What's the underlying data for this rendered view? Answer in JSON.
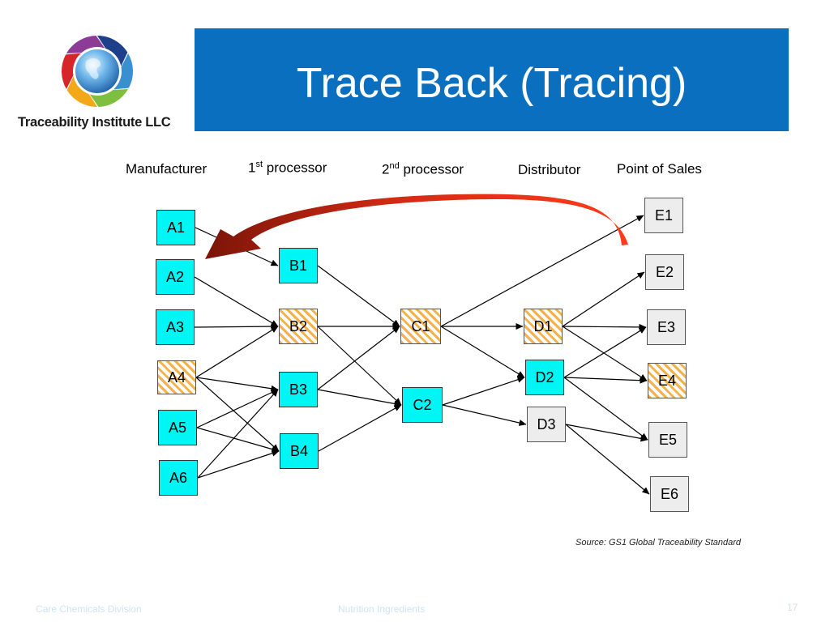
{
  "logo": {
    "text": "Traceability Institute LLC",
    "colors": [
      "#1e3f8a",
      "#3a8fd0",
      "#7fbf3f",
      "#f3a81a",
      "#d6262a",
      "#8d3b96"
    ]
  },
  "title": "Trace Back (Tracing)",
  "columns": {
    "manufacturer": "Manufacturer",
    "p1_num": "1",
    "p1_sup": "st",
    "p1_rest": " processor",
    "p2_num": "2",
    "p2_sup": "nd",
    "p2_rest": " processor",
    "distributor": "Distributor",
    "pos": "Point of Sales"
  },
  "nodes": [
    {
      "id": "A1",
      "kind": "supply"
    },
    {
      "id": "A2",
      "kind": "supply"
    },
    {
      "id": "A3",
      "kind": "supply"
    },
    {
      "id": "A4",
      "kind": "hatch"
    },
    {
      "id": "A5",
      "kind": "supply"
    },
    {
      "id": "A6",
      "kind": "supply"
    },
    {
      "id": "B1",
      "kind": "supply"
    },
    {
      "id": "B2",
      "kind": "hatch"
    },
    {
      "id": "B3",
      "kind": "supply"
    },
    {
      "id": "B4",
      "kind": "supply"
    },
    {
      "id": "C1",
      "kind": "hatch"
    },
    {
      "id": "C2",
      "kind": "supply"
    },
    {
      "id": "D1",
      "kind": "hatch"
    },
    {
      "id": "D2",
      "kind": "supply"
    },
    {
      "id": "D3",
      "kind": "pos"
    },
    {
      "id": "E1",
      "kind": "pos"
    },
    {
      "id": "E2",
      "kind": "pos"
    },
    {
      "id": "E3",
      "kind": "pos"
    },
    {
      "id": "E4",
      "kind": "hatch"
    },
    {
      "id": "E5",
      "kind": "pos"
    },
    {
      "id": "E6",
      "kind": "pos"
    }
  ],
  "edges": [
    [
      "A1",
      "B1"
    ],
    [
      "A2",
      "B2"
    ],
    [
      "A3",
      "B2"
    ],
    [
      "A4",
      "B2"
    ],
    [
      "A4",
      "B3"
    ],
    [
      "A4",
      "B4"
    ],
    [
      "A5",
      "B3"
    ],
    [
      "A5",
      "B4"
    ],
    [
      "A6",
      "B3"
    ],
    [
      "A6",
      "B4"
    ],
    [
      "B1",
      "C1"
    ],
    [
      "B2",
      "C1"
    ],
    [
      "B2",
      "C2"
    ],
    [
      "B3",
      "C1"
    ],
    [
      "B3",
      "C2"
    ],
    [
      "B4",
      "C2"
    ],
    [
      "C1",
      "E1"
    ],
    [
      "C1",
      "D1"
    ],
    [
      "C1",
      "D2"
    ],
    [
      "C2",
      "D2"
    ],
    [
      "C2",
      "D3"
    ],
    [
      "D1",
      "E2"
    ],
    [
      "D1",
      "E3"
    ],
    [
      "D1",
      "E4"
    ],
    [
      "D2",
      "E3"
    ],
    [
      "D2",
      "E4"
    ],
    [
      "D2",
      "E5"
    ],
    [
      "D3",
      "E5"
    ],
    [
      "D3",
      "E6"
    ]
  ],
  "trace_arrow": {
    "from": "E1",
    "to": "A1",
    "color": "#e8321a"
  },
  "source": "Source: GS1 Global Traceability Standard",
  "footer": {
    "left": "Care Chemicals Division",
    "center": "Nutrition Ingredients",
    "page": "17"
  }
}
